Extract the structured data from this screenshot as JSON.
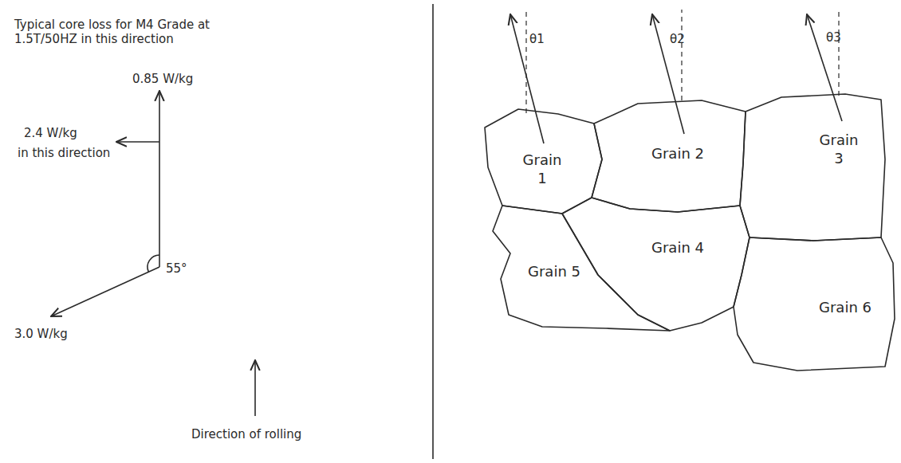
{
  "diagram": {
    "nodes": [
      {
        "text": [
          "Grain 1"
        ]
      },
      {
        "text": [
          "Grain 2"
        ]
      },
      {
        "text": [
          "Grain 3"
        ]
      },
      {
        "text": [
          "Grain 4"
        ]
      },
      {
        "text": [
          "Grain 5"
        ]
      },
      {
        "text": [
          "Grain 6"
        ]
      }
    ],
    "labels": [
      "Typical core loss for M4 Grade at 1.5T/50HZ in this direction",
      "0.85 W/kg",
      "2.4 W/kg",
      "in this direction",
      "55°",
      "3.0 W/kg",
      "Direction of rolling",
      "θ1",
      "θ2",
      "θ3"
    ]
  }
}
